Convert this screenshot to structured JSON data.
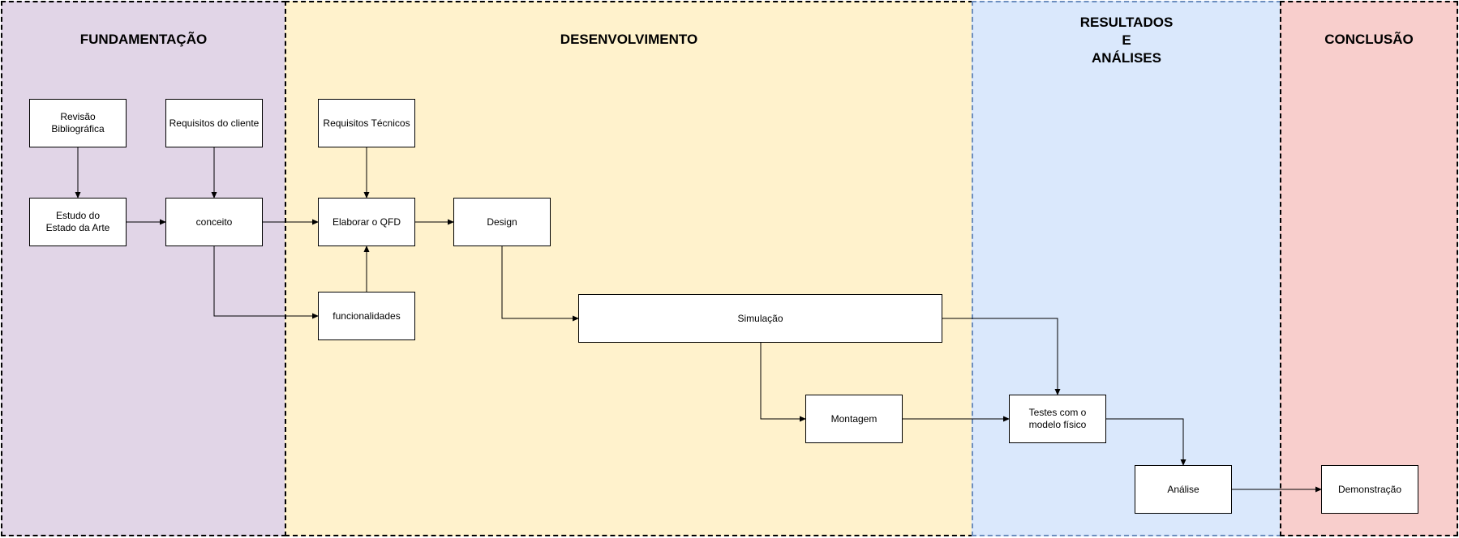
{
  "colors": {
    "fundamentacao_fill": "#e1d5e7",
    "desenvolvimento_fill": "#fff2cc",
    "resultados_fill": "#dae8fc",
    "conclusao_fill": "#f8cecc",
    "lane_border_dark": "#000000",
    "lane_border_blue": "#6c8ebf"
  },
  "lanes": {
    "fundamentacao": "FUNDAMENTAÇÃO",
    "desenvolvimento": "DESENVOLVIMENTO",
    "resultados": "RESULTADOS\nE\nANÁLISES",
    "conclusao": "CONCLUSÃO"
  },
  "nodes": {
    "revisao": "Revisão\nBibliográfica",
    "requisitos_cliente": "Requisitos do cliente",
    "estudo": "Estudo do\nEstado da Arte",
    "conceito": "conceito",
    "requisitos_tecnicos": "Requisitos Técnicos",
    "qfd": "Elaborar o QFD",
    "design": "Design",
    "funcionalidades": "funcionalidades",
    "simulacao": "Simulação",
    "montagem": "Montagem",
    "testes": "Testes com o\nmodelo físico",
    "analise": "Análise",
    "demonstracao": "Demonstração"
  },
  "edges": [
    {
      "from": "revisao",
      "to": "estudo"
    },
    {
      "from": "requisitos_cliente",
      "to": "conceito"
    },
    {
      "from": "estudo",
      "to": "conceito"
    },
    {
      "from": "conceito",
      "to": "qfd"
    },
    {
      "from": "conceito",
      "to": "funcionalidades"
    },
    {
      "from": "requisitos_tecnicos",
      "to": "qfd"
    },
    {
      "from": "funcionalidades",
      "to": "qfd"
    },
    {
      "from": "qfd",
      "to": "design"
    },
    {
      "from": "design",
      "to": "simulacao"
    },
    {
      "from": "simulacao",
      "to": "montagem"
    },
    {
      "from": "simulacao",
      "to": "testes"
    },
    {
      "from": "montagem",
      "to": "testes"
    },
    {
      "from": "testes",
      "to": "analise"
    },
    {
      "from": "analise",
      "to": "demonstracao"
    }
  ]
}
